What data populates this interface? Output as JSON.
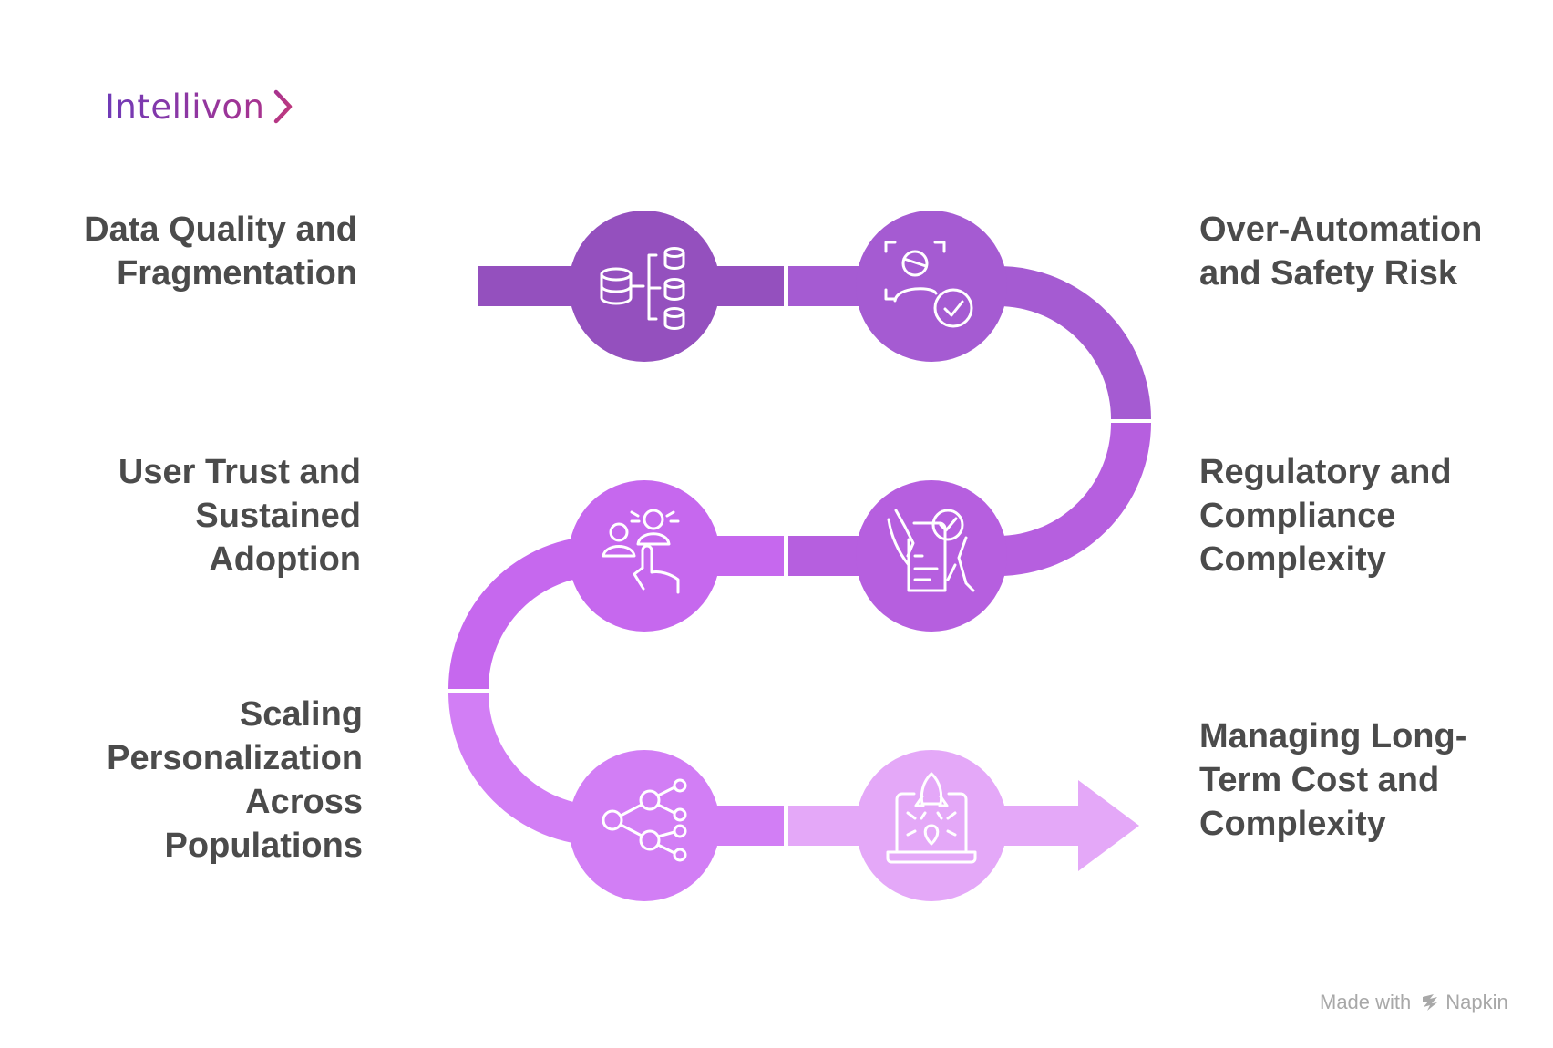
{
  "brand": {
    "name": "Intellivon",
    "chevron_icon": "chevron-right-icon"
  },
  "colors": {
    "step1": "#9450be",
    "step2": "#a55bd2",
    "step3": "#b65fdf",
    "step4": "#c668ee",
    "step5": "#d27ef5",
    "step6": "#e4a8f8",
    "label": "#4b4b4b",
    "brand": "#7d3fb5",
    "footer": "#a8a8a8"
  },
  "steps": [
    {
      "title_lines": [
        "Data Quality and",
        "Fragmentation"
      ],
      "icon": "database-icon"
    },
    {
      "title_lines": [
        "Over-Automation",
        "and Safety Risk"
      ],
      "icon": "user-check-icon"
    },
    {
      "title_lines": [
        "Regulatory and",
        "Compliance",
        "Complexity"
      ],
      "icon": "document-check-icon"
    },
    {
      "title_lines": [
        "User Trust and",
        "Sustained",
        "Adoption"
      ],
      "icon": "user-tap-icon"
    },
    {
      "title_lines": [
        "Scaling",
        "Personalization",
        "Across",
        "Populations"
      ],
      "icon": "share-network-icon"
    },
    {
      "title_lines": [
        "Managing Long-",
        "Term Cost and",
        "Complexity"
      ],
      "icon": "rocket-laptop-icon"
    }
  ],
  "footer": {
    "made_with": "Made with",
    "product": "Napkin",
    "icon": "napkin-logo-icon"
  }
}
